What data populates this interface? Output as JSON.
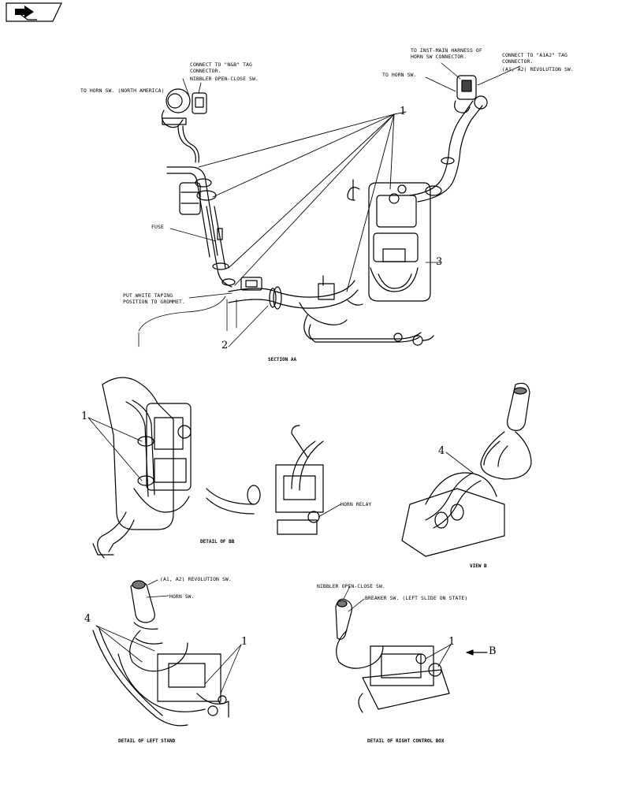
{
  "nav": {
    "icon": "prev-page-arrow-icon"
  },
  "labels": {
    "nb_tag_1": "CONNECT TO \"N&B\" TAG",
    "nb_tag_2": "CONNECTOR.",
    "nibbler_top": "NIBBLER OPEN-CLOSE SW.",
    "horn_na": "TO HORN SW. (NORTH AMERICA)",
    "inst_main_1": "TO INST-MAIN HARNESS OF",
    "inst_main_2": "HORN SW CONNECTOR.",
    "a1a2_tag_1": "CONNECT TO \"A1A2\" TAG",
    "a1a2_tag_2": "CONNECTOR.",
    "a1a2_rev_top": "(A1, A2) REVOLUTION SW.",
    "horn_sw_top": "TO HORN SW.",
    "fuse": "FUSE",
    "white_tape_1": "PUT WHITE TAPING",
    "white_tape_2": "POSITION TO GROMMET.",
    "horn_relay": "HORN RELAY",
    "a1a2_rev_bottom": "(A1, A2) REVOLUTION SW.",
    "horn_sw_bottom": "HORN SW.",
    "nibbler_bottom": "NIBBLER OPEN-CLOSE SW.",
    "breaker": "BREAKER SW. (LEFT SLIDE ON STATE)"
  },
  "captions": {
    "section_aa": "SECTION AA",
    "detail_bb": "DETAIL OF BB",
    "view_b": "VIEW B",
    "detail_left": "DETAIL OF LEFT STAND",
    "detail_right": "DETAIL OF RIGHT CONTROL BOX"
  },
  "callouts": {
    "c1_top": "1",
    "c3": "3",
    "c2": "2",
    "c1_bb": "1",
    "c4_viewb": "4",
    "c4_left": "4",
    "c1_left": "1",
    "c1_right": "1",
    "b_mark": "B"
  }
}
